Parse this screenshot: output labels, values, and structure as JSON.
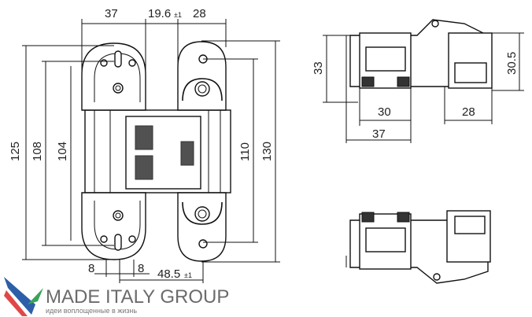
{
  "drawing": {
    "front_view": {
      "dims_top": [
        "37",
        "19.6",
        "±1",
        "28"
      ],
      "dims_left": [
        "125",
        "108",
        "104"
      ],
      "dims_right": [
        "110",
        "130"
      ],
      "dims_bottom": [
        "8",
        "8",
        "48.5",
        "±1"
      ]
    },
    "side_view": {
      "dims": [
        "33",
        "30",
        "37",
        "30.5",
        "28"
      ]
    }
  },
  "logo": {
    "name": "MADE ITALY GROUP",
    "tagline": "идеи воплощенные в жизнь",
    "colors": {
      "blue": "#2d5fa8",
      "red": "#e04848",
      "green": "#3aa35a"
    }
  }
}
